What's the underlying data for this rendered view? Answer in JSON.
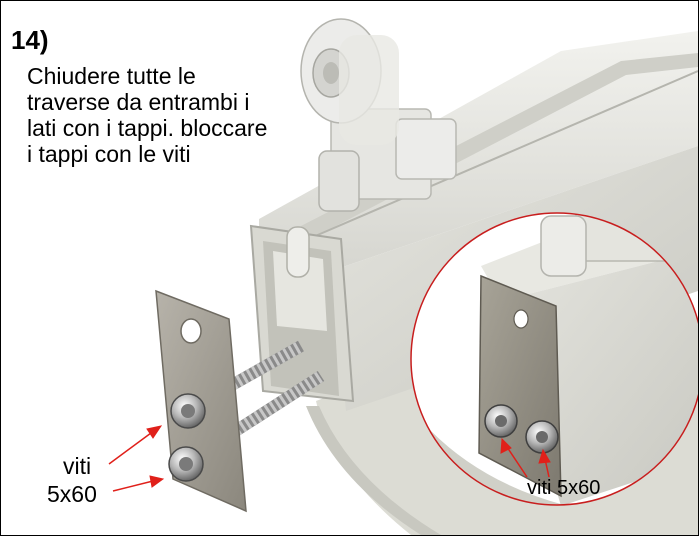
{
  "instruction": {
    "step": "14)",
    "lines": [
      "Chiudere tutte le",
      "traverse da entrambi i",
      "lati con i tappi. bloccare",
      "i tappi con le viti"
    ]
  },
  "labels": {
    "left_line1": "viti",
    "left_line2": "5x60",
    "zoom": "viti 5x60"
  },
  "colors": {
    "rail": "#e2e2dc",
    "end_cap": "#9a968a",
    "arrow": "#e0201a",
    "circle_border": "#c81e1e"
  }
}
